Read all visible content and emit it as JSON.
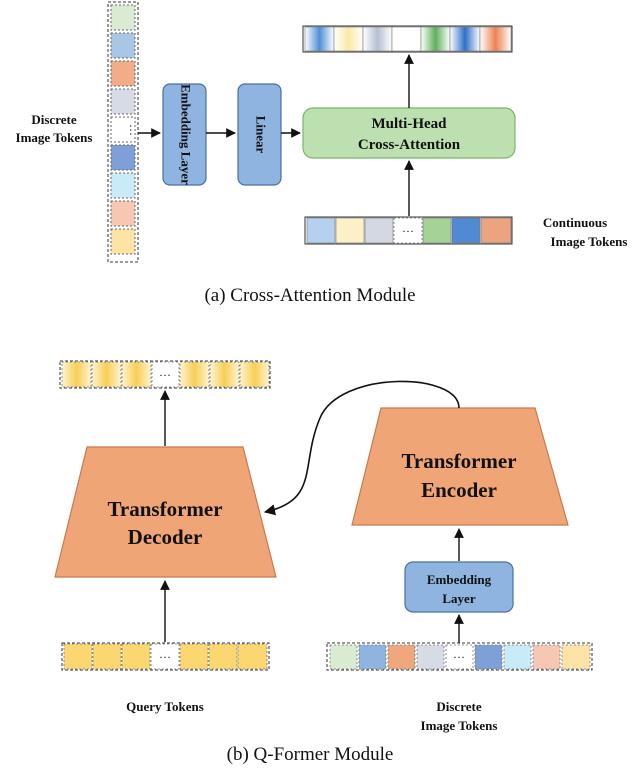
{
  "cross_attention": {
    "discrete_label": [
      "Discrete",
      "Image Tokens"
    ],
    "embedding_label": "Embedding Layer",
    "linear_label": "Linear",
    "mha_label": [
      "Multi-Head",
      "Cross-Attention"
    ],
    "continuous_label": [
      "Continuous",
      "Image Tokens"
    ],
    "caption": "(a) Cross-Attention Module",
    "discrete_token_colors": [
      "#d9ecd2",
      "#a9c6e6",
      "#f1ad89",
      "#d6dbe5",
      "",
      "#7f9fd8",
      "#c9eaf7",
      "#f6c8b3",
      "#fde4a6"
    ],
    "output_token_colors": [
      "#4f8fd6",
      "#fbe9a7",
      "#b6bed0",
      "",
      "#5fb05a",
      "#2e6fc8",
      "#ee8152"
    ],
    "continuous_token_colors": [
      "#b5d1ee",
      "#fdf0c6",
      "#d4d8e2",
      "",
      "#a5d296",
      "#4f8ad3",
      "#eba47d"
    ]
  },
  "qformer": {
    "decoder_label": [
      "Transformer",
      "Decoder"
    ],
    "encoder_label": [
      "Transformer",
      "Encoder"
    ],
    "embedding_label": [
      "Embedding",
      "Layer"
    ],
    "query_label": "Query Tokens",
    "discrete_label": [
      "Discrete",
      "Image Tokens"
    ],
    "caption": "(b) Q-Former Module",
    "discrete_token_colors": [
      "#d9ecd2",
      "#8fb4e0",
      "#f1a77e",
      "#d6dbe5",
      "",
      "#7f9fd8",
      "#c9eaf7",
      "#f6c8b3",
      "#fde4a6"
    ]
  },
  "ellipsis": "···",
  "colors": {
    "blue_box": "#8fb4e0",
    "green_box": "#bde0b0",
    "orange_trap": "#f0a577",
    "query_token": "#fad770"
  }
}
